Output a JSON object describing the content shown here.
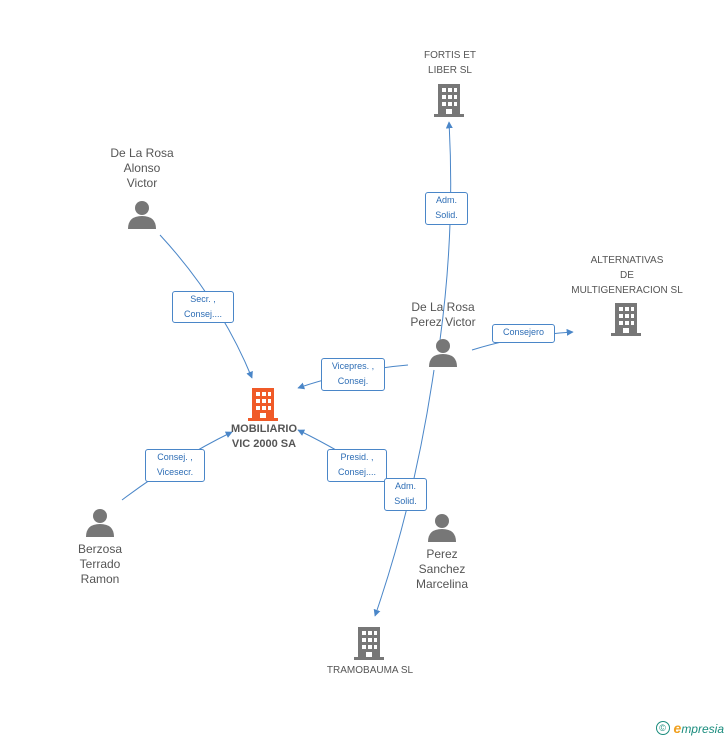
{
  "colors": {
    "edge": "#4a86c8",
    "building": "#777777",
    "main_building": "#f05a28",
    "person": "#777777"
  },
  "nodes": {
    "main": {
      "label": "MOBILIARIO\nVIC 2000 SA",
      "icon": "building-icon"
    },
    "fortis": {
      "label": "FORTIS ET\nLIBER SL",
      "icon": "building-icon"
    },
    "alternativas": {
      "label": "ALTERNATIVAS\nDE\nMULTIGENERACION SL",
      "icon": "building-icon"
    },
    "tramobauma": {
      "label": "TRAMOBAUMA SL",
      "icon": "building-icon"
    },
    "alonso": {
      "label": "De La Rosa\nAlonso\nVictor",
      "icon": "person-icon"
    },
    "perez_victor": {
      "label": "De La Rosa\nPerez Victor",
      "icon": "person-icon"
    },
    "berzosa": {
      "label": "Berzosa\nTerrado\nRamon",
      "icon": "person-icon"
    },
    "marcelina": {
      "label": "Perez\nSanchez\nMarcelina",
      "icon": "person-icon"
    }
  },
  "edges": {
    "alonso_main": "Secr. ,\nConsej....",
    "victor_main": "Vicepres. ,\nConsej.",
    "berzosa_main": "Consej. ,\nVicesecr.",
    "marcelina_main": "Presid. ,\nConsej....",
    "victor_fortis": "Adm.\nSolid.",
    "victor_alternativas": "Consejero",
    "victor_tramobauma": "Adm.\nSolid."
  },
  "footer": {
    "copyright": "©",
    "brand_first": "e",
    "brand_rest": "mpresia"
  }
}
